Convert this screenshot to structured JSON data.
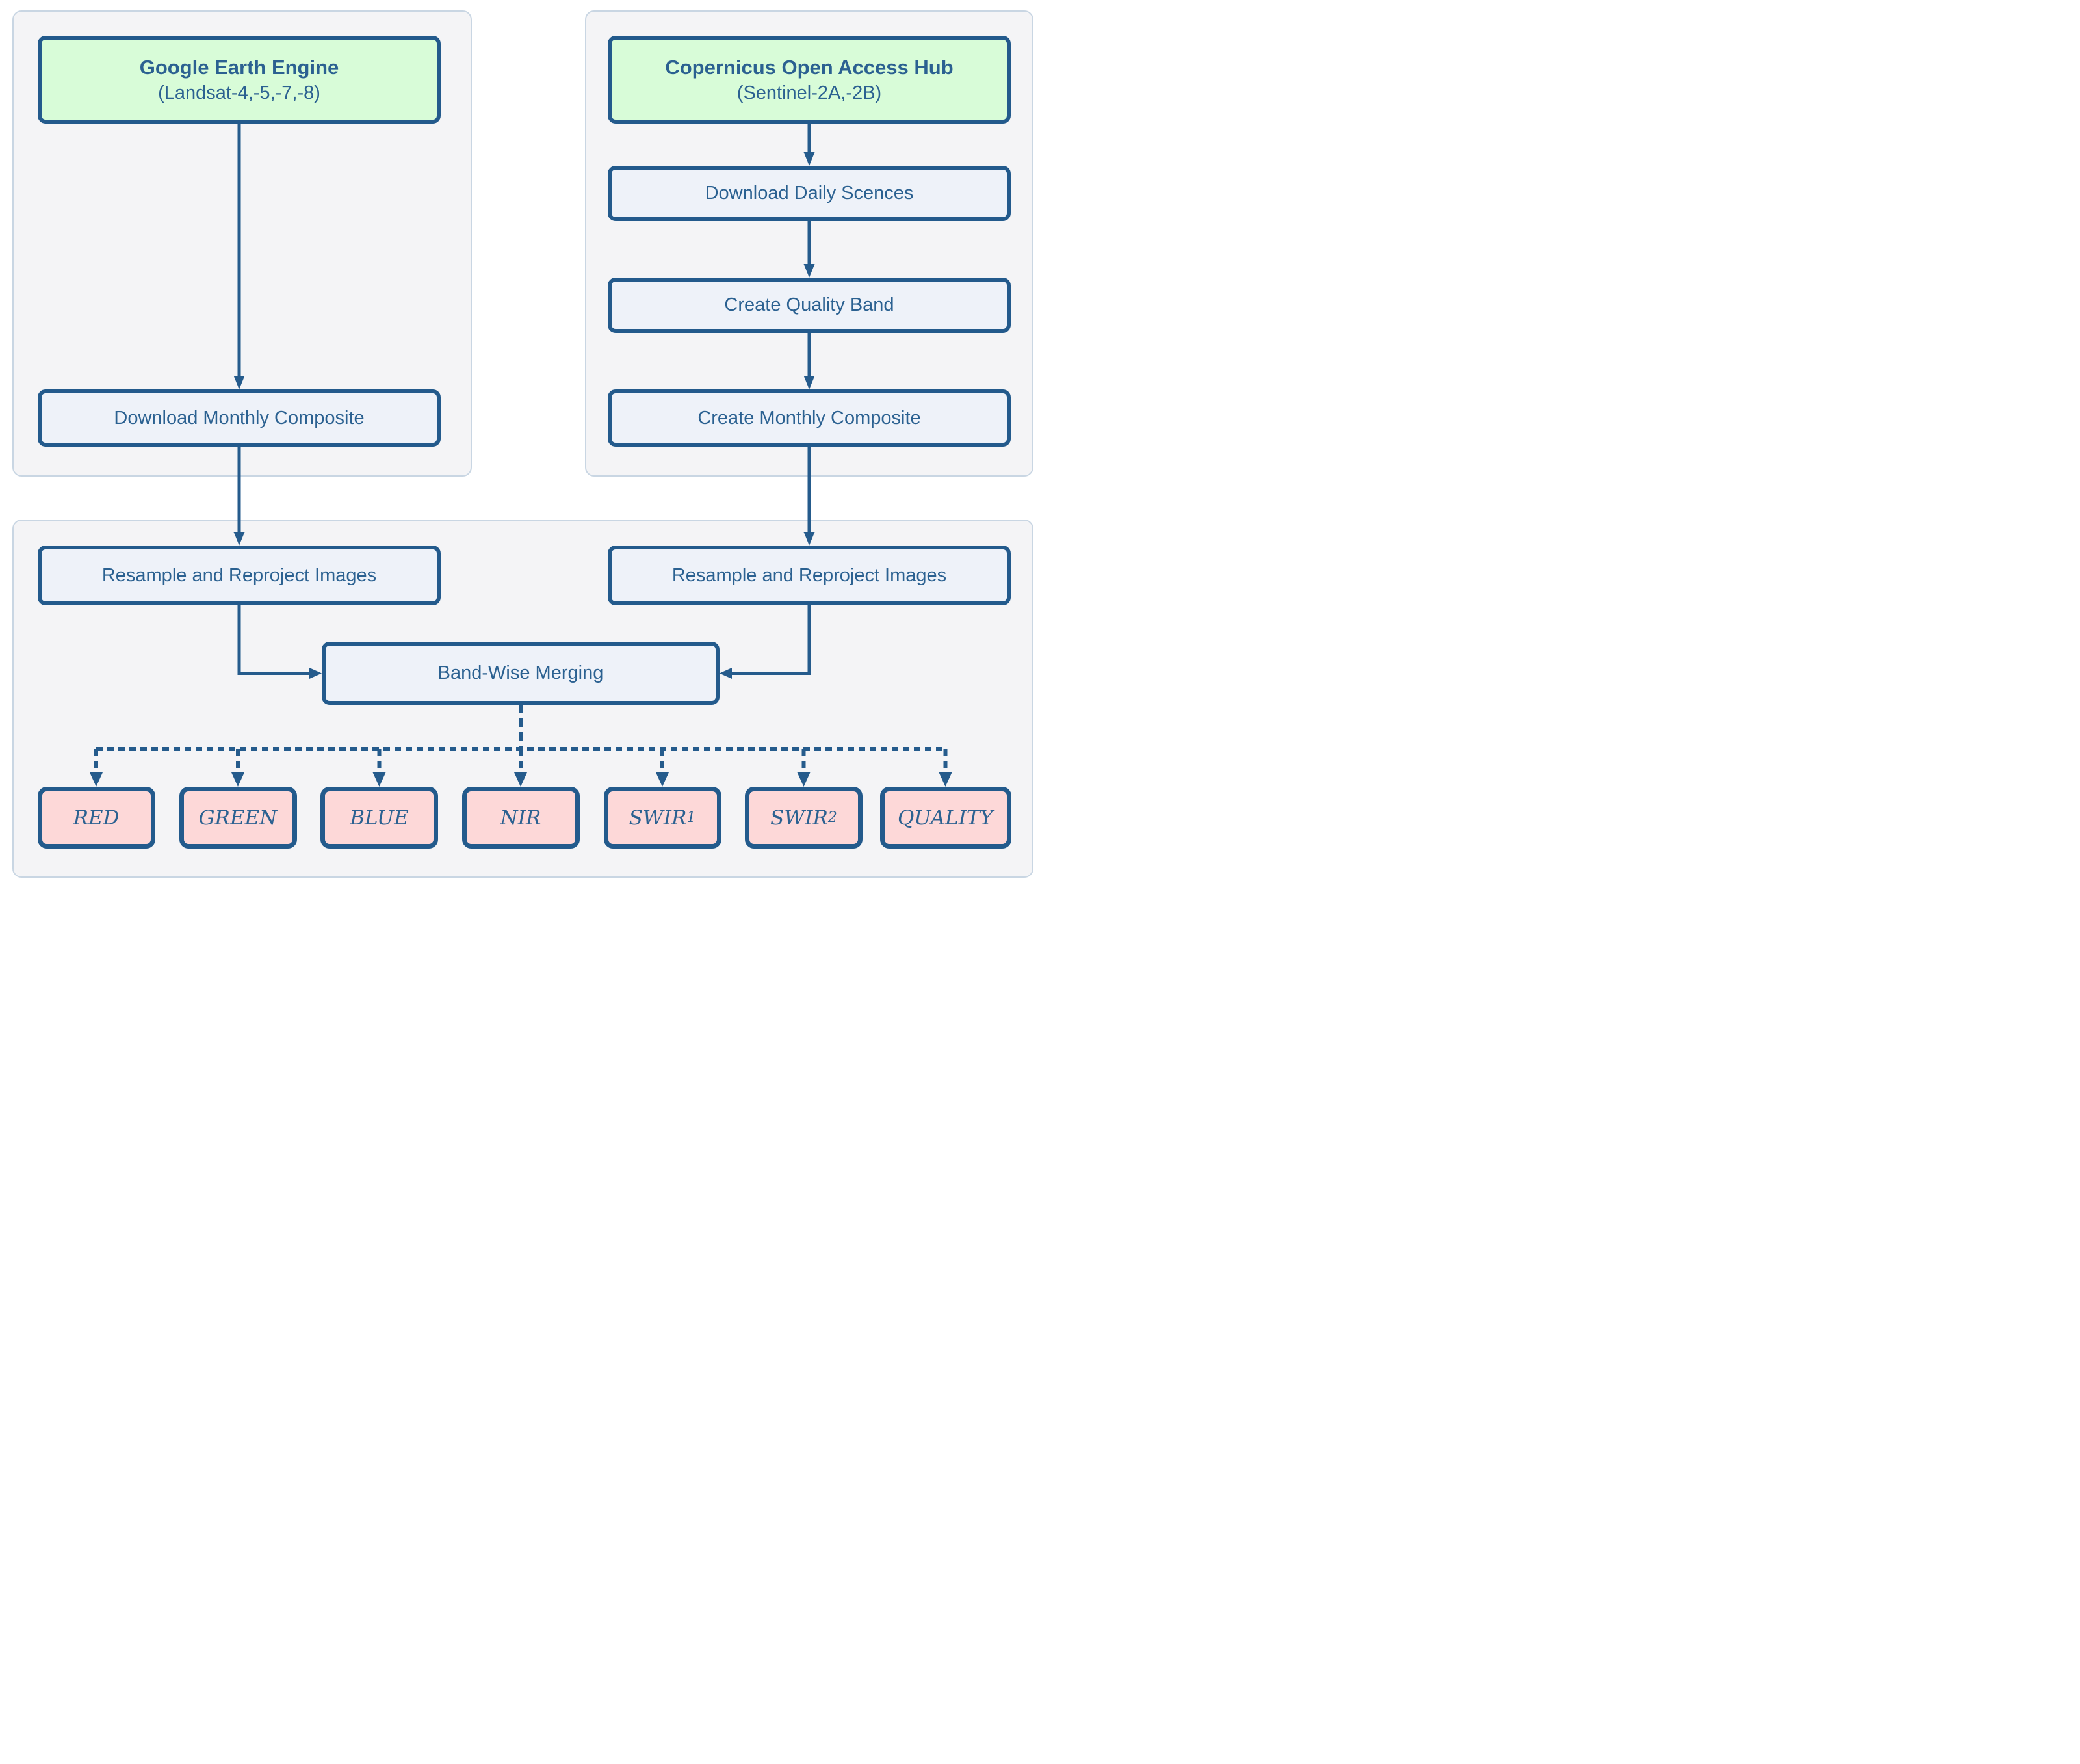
{
  "diagram": {
    "sources": {
      "gee": {
        "title": "Google Earth Engine",
        "subtitle": "(Landsat-4,-5,-7,-8)"
      },
      "copernicus": {
        "title": "Copernicus Open Access Hub",
        "subtitle": "(Sentinel-2A,-2B)"
      }
    },
    "steps": {
      "download_monthly": "Download Monthly Composite",
      "download_daily": "Download Daily Scences",
      "create_quality": "Create Quality Band",
      "create_monthly": "Create Monthly Composite",
      "resample_left": "Resample and Reproject Images",
      "resample_right": "Resample and Reproject Images",
      "band_merge": "Band-Wise Merging"
    },
    "bands": [
      {
        "label": "RED",
        "sub": ""
      },
      {
        "label": "GREEN",
        "sub": ""
      },
      {
        "label": "BLUE",
        "sub": ""
      },
      {
        "label": "NIR",
        "sub": ""
      },
      {
        "label": "SWIR",
        "sub": "1"
      },
      {
        "label": "SWIR",
        "sub": "2"
      },
      {
        "label": "QUALITY",
        "sub": ""
      }
    ],
    "colors": {
      "node_border": "#235a8c",
      "arrow": "#255b8c",
      "text_blue": "#2b6191",
      "source_fill": "#d8fcd8",
      "process_fill": "#eef2f9",
      "band_fill": "#fdd8d8",
      "panel_fill": "#f4f4f6",
      "panel_border": "#c9d6e3"
    }
  }
}
